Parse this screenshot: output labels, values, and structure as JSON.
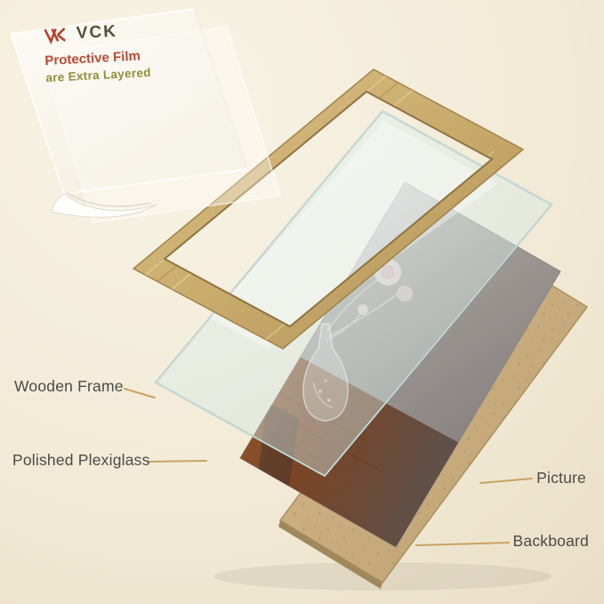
{
  "brand": {
    "name": "VCK",
    "tagline_line1": "Protective Film",
    "tagline_line2": "are Extra Layered"
  },
  "labels": {
    "wooden_frame": "Wooden Frame",
    "plexiglass": "Polished Plexiglass",
    "picture": "Picture",
    "backboard": "Backboard"
  },
  "layers_order": [
    "Protective Film",
    "Wooden Frame",
    "Polished Plexiglass",
    "Picture",
    "Backboard"
  ],
  "colors": {
    "background": "#f2ead6",
    "wood_frame": "#c9ab6c",
    "backboard": "#c9ad80",
    "plexiglass_edge": "#a8c4c0",
    "leader_line": "#c8a262",
    "label_text": "#4a4a46",
    "brand_red": "#bc4a30",
    "brand_olive": "#8f9038",
    "brand_text": "#56503b"
  }
}
